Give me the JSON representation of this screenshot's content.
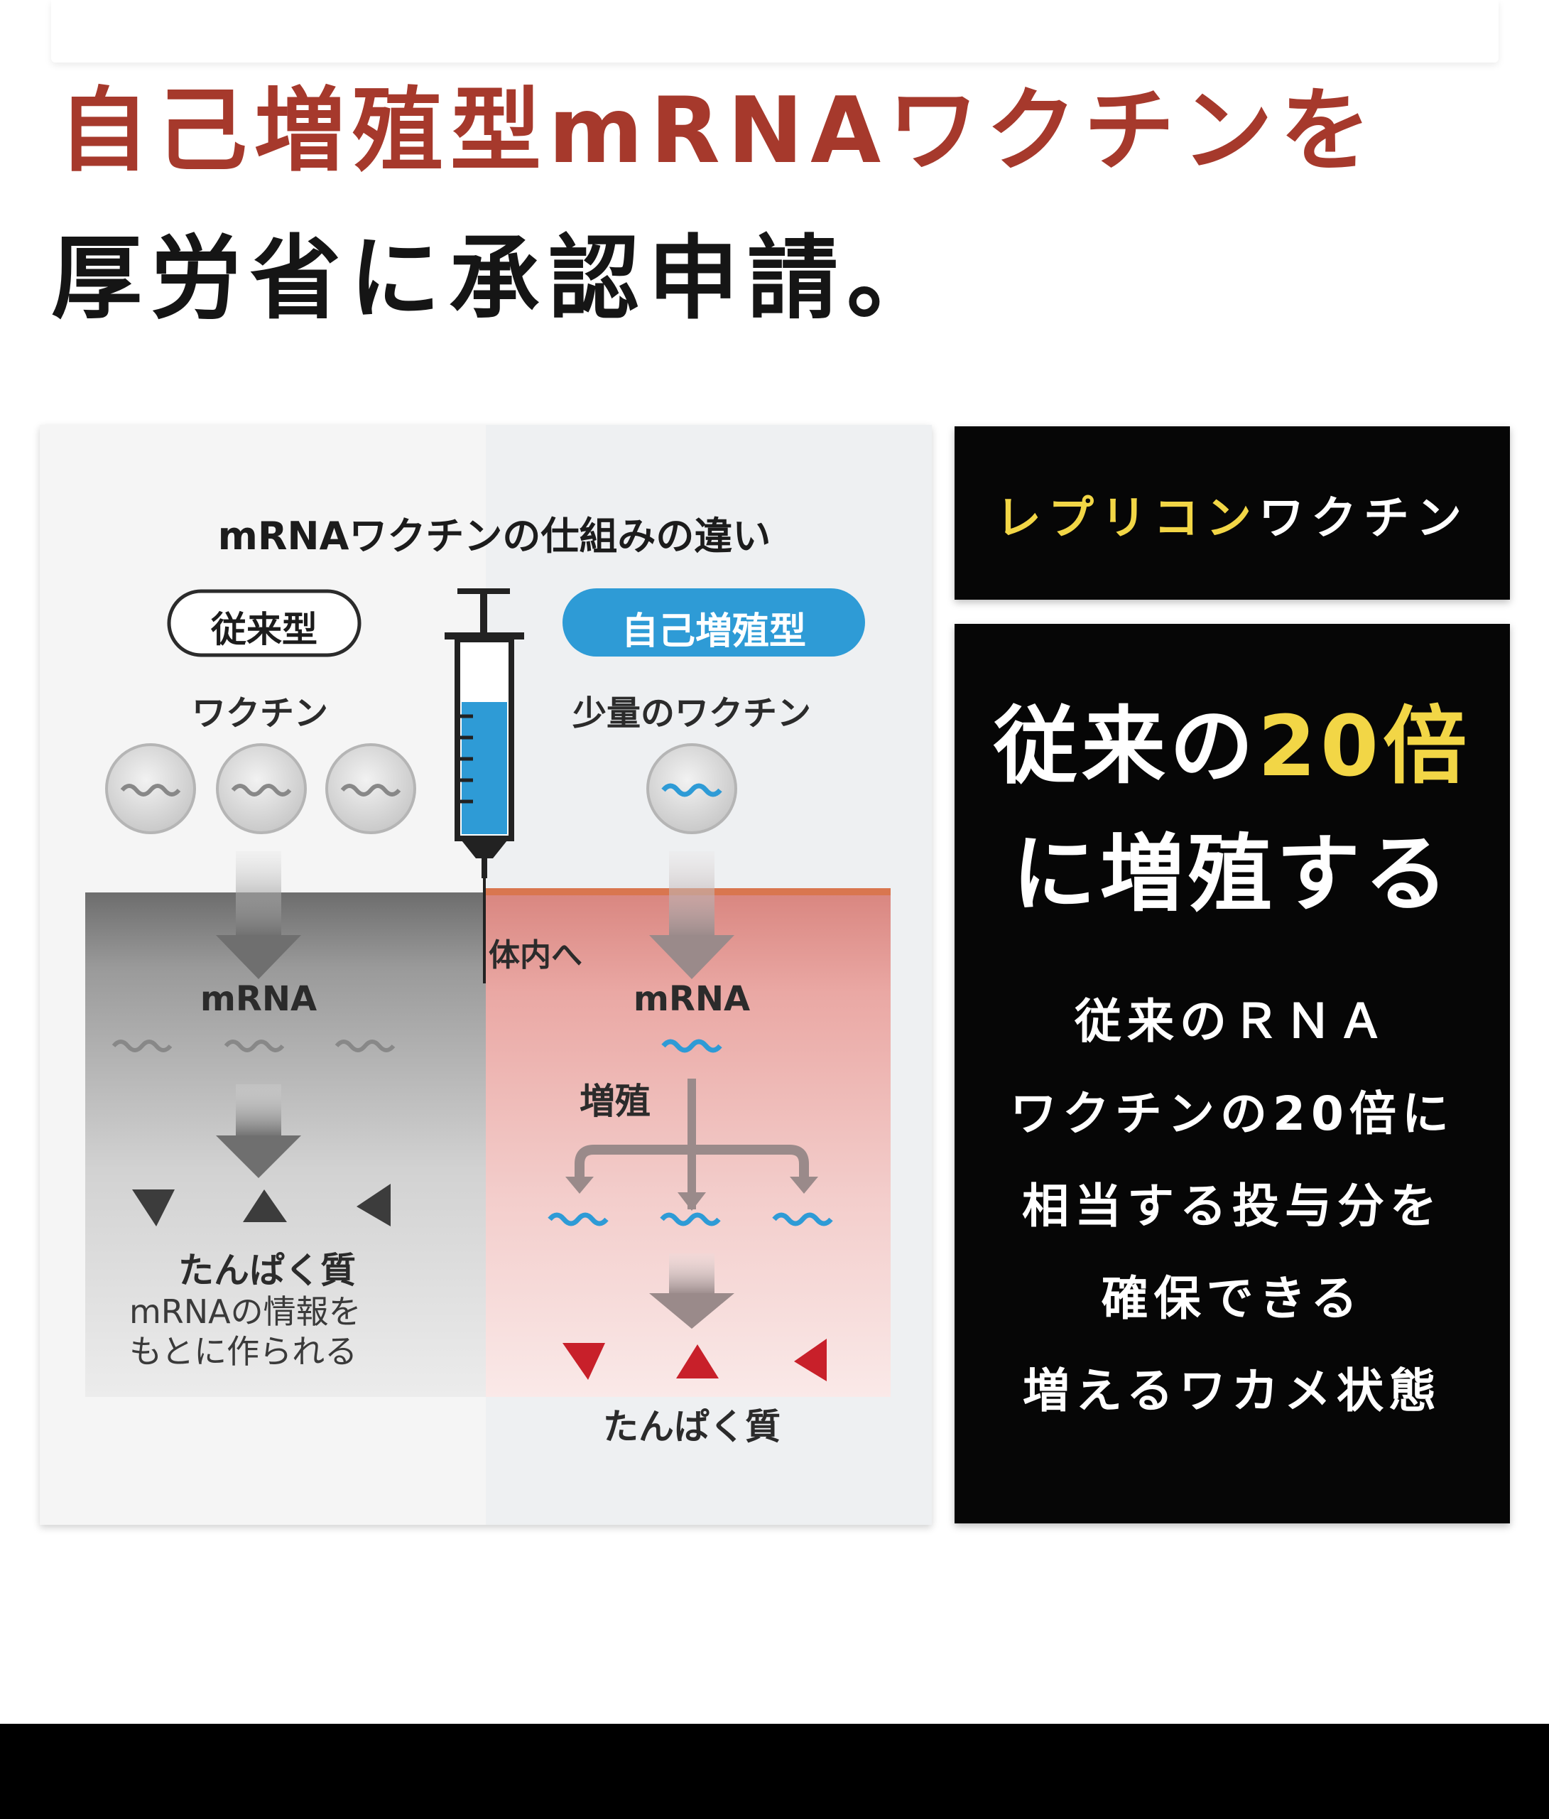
{
  "headline": {
    "line1": "自己増殖型mRNAワクチンを",
    "line2": "厚労省に承認申請。"
  },
  "diagram": {
    "title": "mRNAワクチンの仕組みの違い",
    "left": {
      "tag": "従来型",
      "vaccine": "ワクチン",
      "mrna": "mRNA",
      "protein": "たんぱく質",
      "note_line1": "mRNAの情報を",
      "note_line2": "もとに作られる"
    },
    "right": {
      "tag": "自己増殖型",
      "vaccine": "少量のワクチン",
      "mrna": "mRNA",
      "replicate": "増殖",
      "protein": "たんぱく質"
    },
    "into_body": "体内へ"
  },
  "box1": {
    "part_yellow": "レプリコン",
    "part_white": "ワクチン"
  },
  "box2": {
    "line1_white": "従来の",
    "line1_yellow": "20倍",
    "line2": "に増殖する",
    "body": [
      "従来のＲＮＡ",
      "ワクチンの20倍に",
      "相当する投与分を",
      "確保できる",
      "増えるワカメ状態"
    ]
  },
  "colors": {
    "headline_red": "#a6392c",
    "accent_yellow": "#f2d646",
    "tag_blue": "#2e9bd6",
    "protein_red": "#c8202a"
  }
}
